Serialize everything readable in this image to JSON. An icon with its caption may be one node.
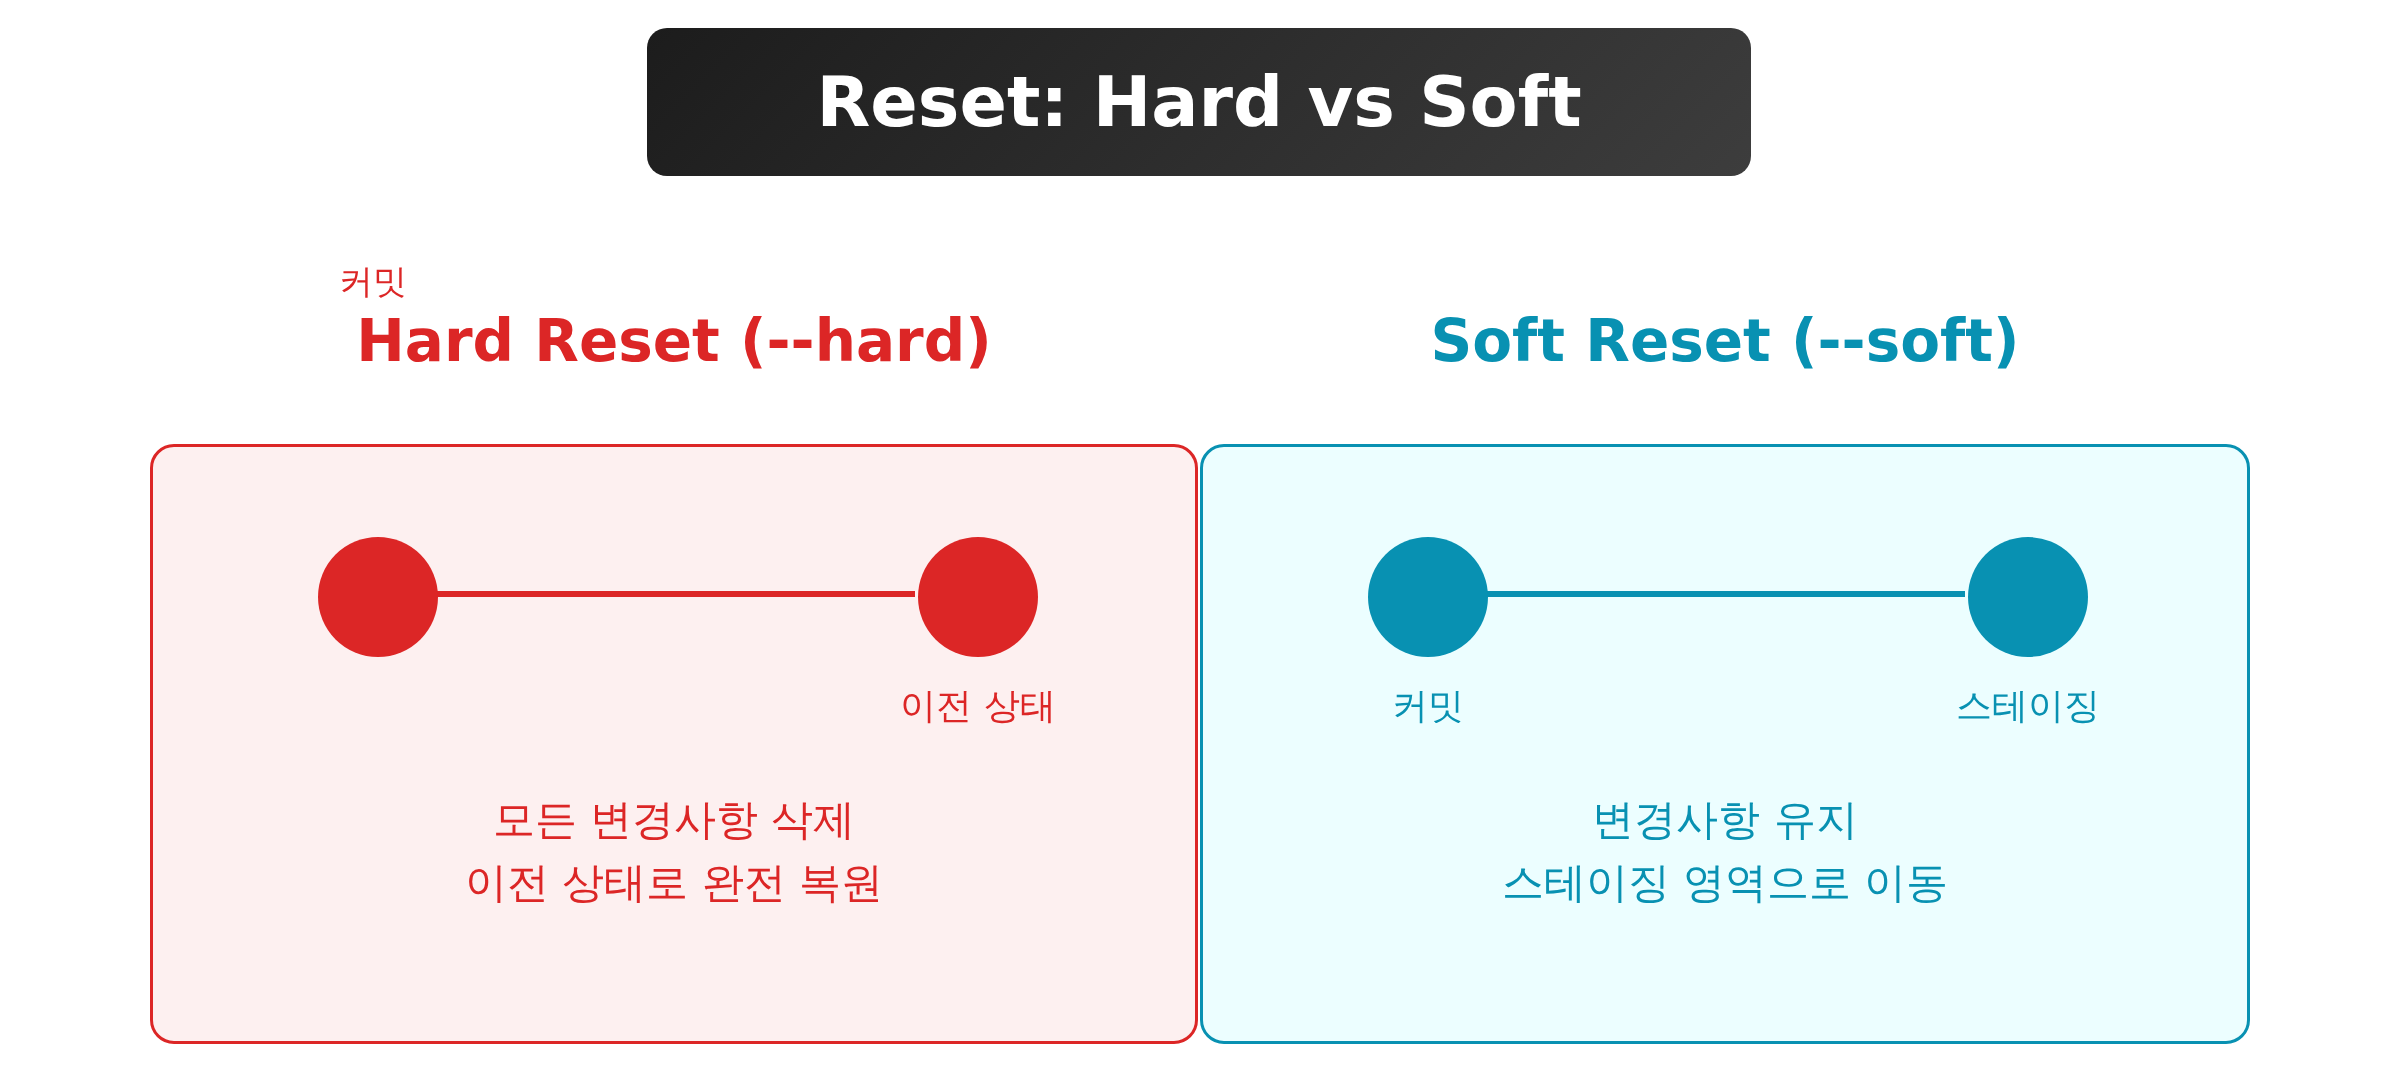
{
  "diagram": {
    "nodes": [
      {
        "text": [
          "Reset: Hard vs Soft"
        ]
      },
      {
        "text": [
          "Hard Reset (--hard)",
          "모든 변경사항 삭제",
          "이전 상태로 완전 복원"
        ]
      },
      {
        "text": [],
        "shape": "circle",
        "in": 1
      },
      {
        "text": [],
        "shape": "circle",
        "in": 1,
        "beside": [
          "이전 상태"
        ]
      },
      {
        "text": [
          "Soft Reset (--soft)",
          "변경사항 유지",
          "스테이징 영역으로 이동"
        ]
      },
      {
        "text": [],
        "shape": "circle",
        "in": 4,
        "beside": [
          "커밋"
        ]
      },
      {
        "text": [],
        "shape": "circle",
        "in": 4,
        "beside": [
          "스테이징"
        ]
      }
    ],
    "edges": [
      {
        "from": 2,
        "to": 3,
        "arrow": "none",
        "color": "#dc2626"
      },
      {
        "from": 5,
        "to": 6,
        "arrow": "none",
        "color": "#0891b2"
      }
    ],
    "labels": [
      "커밋"
    ]
  }
}
